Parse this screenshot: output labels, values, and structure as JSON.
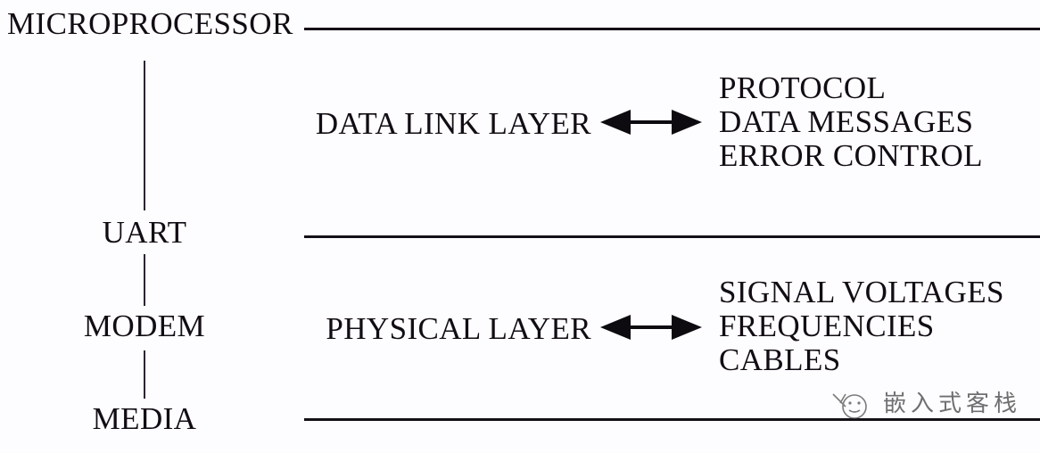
{
  "diagram": {
    "title": "MICROPROCESSOR",
    "hardware_stack": {
      "nodes": [
        {
          "label": "UART"
        },
        {
          "label": "MODEM"
        },
        {
          "label": "MEDIA"
        }
      ]
    },
    "layers": [
      {
        "name": "DATA LINK LAYER",
        "arrow": "double-headed-arrow",
        "attributes": [
          "PROTOCOL",
          "DATA MESSAGES",
          "ERROR CONTROL"
        ]
      },
      {
        "name": "PHYSICAL LAYER",
        "arrow": "double-headed-arrow",
        "attributes": [
          "SIGNAL VOLTAGES",
          "FREQUENCIES",
          "CABLES"
        ]
      }
    ],
    "dividers": [
      {
        "id": "top"
      },
      {
        "id": "middle"
      },
      {
        "id": "bottom"
      }
    ],
    "colors": {
      "background": "#fdfcfe",
      "ink": "#120d14",
      "rule": "#151018",
      "connector": "#2b2333",
      "watermark": "#3a3a3a"
    }
  },
  "watermark": {
    "text": "嵌入式客栈",
    "mark": "smiley-face-icon"
  }
}
